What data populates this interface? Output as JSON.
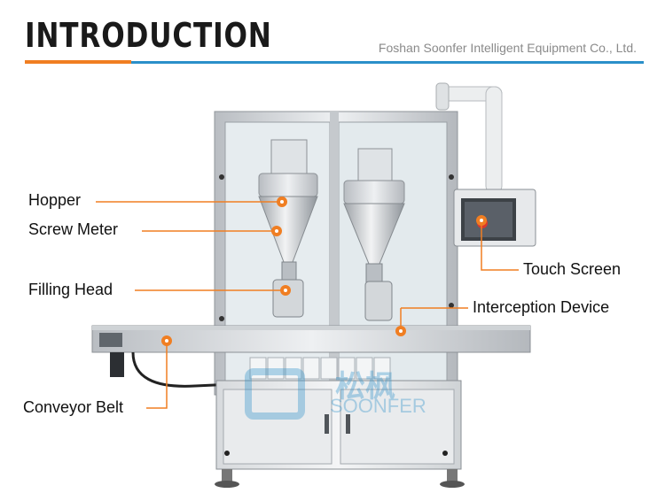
{
  "header": {
    "title": "INTRODUCTION",
    "company": "Foshan Soonfer Intelligent Equipment Co., Ltd."
  },
  "watermark": {
    "brand_cn": "松枫",
    "brand_en": "SOONFER"
  },
  "callouts": [
    {
      "id": "hopper",
      "label": "Hopper"
    },
    {
      "id": "screw-meter",
      "label": "Screw Meter"
    },
    {
      "id": "filling-head",
      "label": "Filling Head"
    },
    {
      "id": "conveyor-belt",
      "label": "Conveyor Belt"
    },
    {
      "id": "touch-screen",
      "label": "Touch Screen"
    },
    {
      "id": "interception-device",
      "label": "Interception Device"
    }
  ],
  "colors": {
    "accent_orange": "#f07e22",
    "accent_blue": "#2a8fc9",
    "frame_steel": "#c9ccd0",
    "glass": "#e4ebee"
  }
}
